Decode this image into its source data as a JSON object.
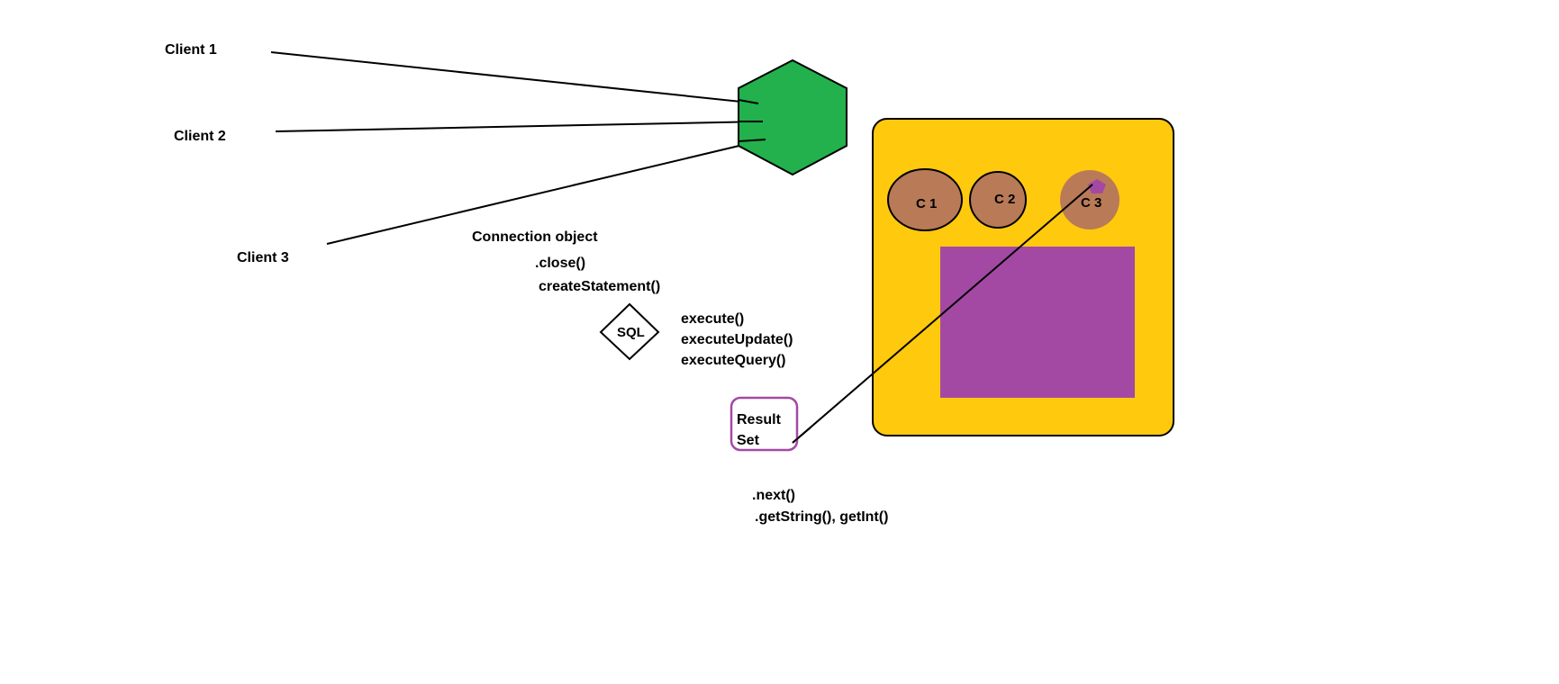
{
  "clients": [
    {
      "label": "Client 1"
    },
    {
      "label": "Client 2"
    },
    {
      "label": "Client 3"
    }
  ],
  "connection": {
    "label": "Connection object",
    "methods": [
      ".close()",
      "createStatement()"
    ]
  },
  "statement": {
    "label": "SQL",
    "methods": [
      "execute()",
      "executeUpdate()",
      "executeQuery()"
    ]
  },
  "result_set": {
    "label_line1": "Result",
    "label_line2": "Set",
    "methods": [
      ".next()",
      ".getString(), getInt()"
    ]
  },
  "pool": {
    "connections": [
      "C 1",
      "C 2",
      "C 3"
    ]
  },
  "colors": {
    "hexagon": "#22b14c",
    "pool_box": "#ffc90e",
    "connection_circle": "#b97a57",
    "purple": "#a349a4"
  }
}
